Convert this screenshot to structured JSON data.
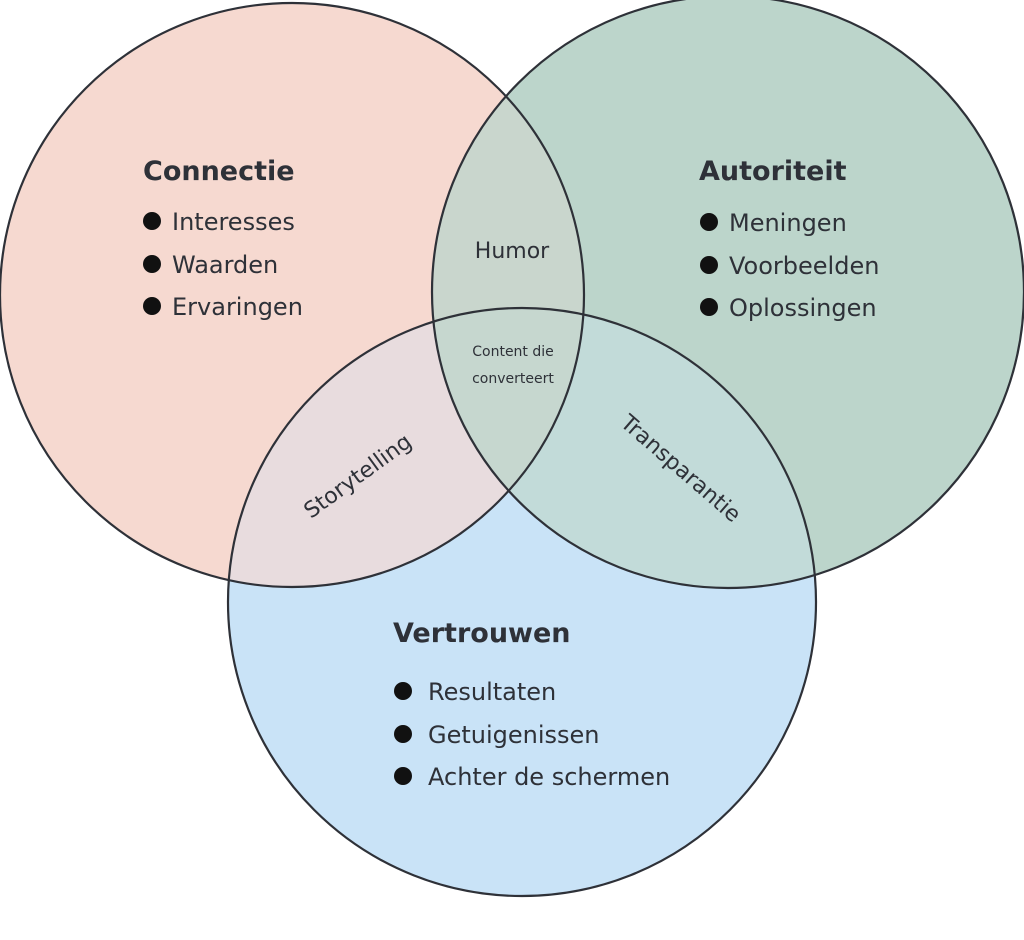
{
  "colors": {
    "connectie": "#f6d9d0",
    "autoriteit": "#bcd5cb",
    "vertrouwen": "#c9e3f7",
    "stroke": "#2e3138",
    "connectie_autoriteit": "#c9d6cd",
    "connectie_vertrouwen": "#e8dcde",
    "autoriteit_vertrouwen": "#c2dbd9",
    "center": "#c6d7cf"
  },
  "connectie": {
    "title": "Connectie",
    "items": [
      "Interesses",
      "Waarden",
      "Ervaringen"
    ]
  },
  "autoriteit": {
    "title": "Autoriteit",
    "items": [
      "Meningen",
      "Voorbeelden",
      "Oplossingen"
    ]
  },
  "vertrouwen": {
    "title": "Vertrouwen",
    "items": [
      "Resultaten",
      "Getuigenissen",
      "Achter de schermen"
    ]
  },
  "overlaps": {
    "connectie_autoriteit": "Humor",
    "connectie_vertrouwen": "Storytelling",
    "autoriteit_vertrouwen": "Transparantie",
    "center_line1": "Content die",
    "center_line2": "converteert"
  }
}
